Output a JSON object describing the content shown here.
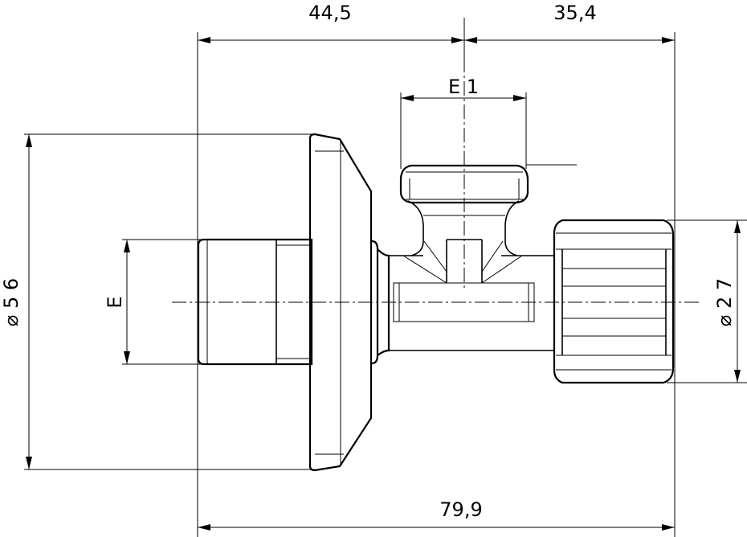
{
  "dimensions": {
    "left_length": "44,5",
    "right_length": "35,4",
    "overall_length": "79,9",
    "outlet_thread": "E 1",
    "inlet_thread": "E",
    "flange_diameter": "⌀ 5 6",
    "nut_diameter": "⌀ 2 7"
  }
}
